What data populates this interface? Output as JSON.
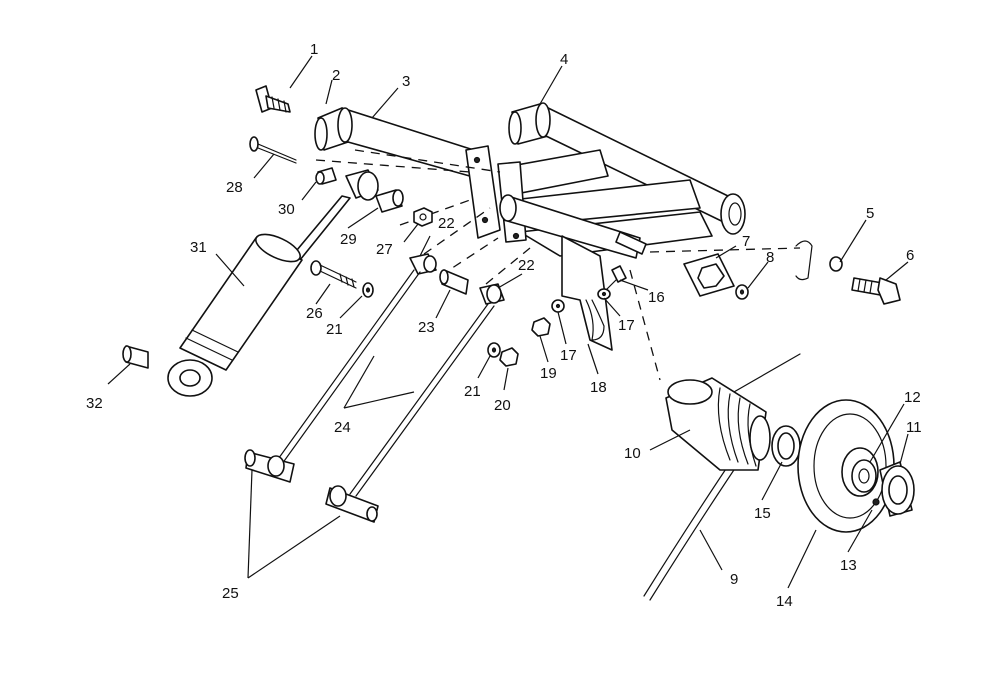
{
  "callouts": {
    "c1": "1",
    "c2": "2",
    "c3": "3",
    "c4": "4",
    "c5": "5",
    "c6": "6",
    "c7": "7",
    "c8": "8",
    "c9": "9",
    "c10": "10",
    "c11": "11",
    "c12": "12",
    "c13": "13",
    "c14": "14",
    "c15": "15",
    "c16": "16",
    "c17a": "17",
    "c17b": "17",
    "c18": "18",
    "c19": "19",
    "c20": "20",
    "c21a": "21",
    "c21b": "21",
    "c22a": "22",
    "c22b": "22",
    "c23": "23",
    "c24": "24",
    "c25": "25",
    "c26": "26",
    "c27": "27",
    "c28": "28",
    "c29": "29",
    "c30": "30",
    "c31": "31",
    "c32": "32"
  }
}
